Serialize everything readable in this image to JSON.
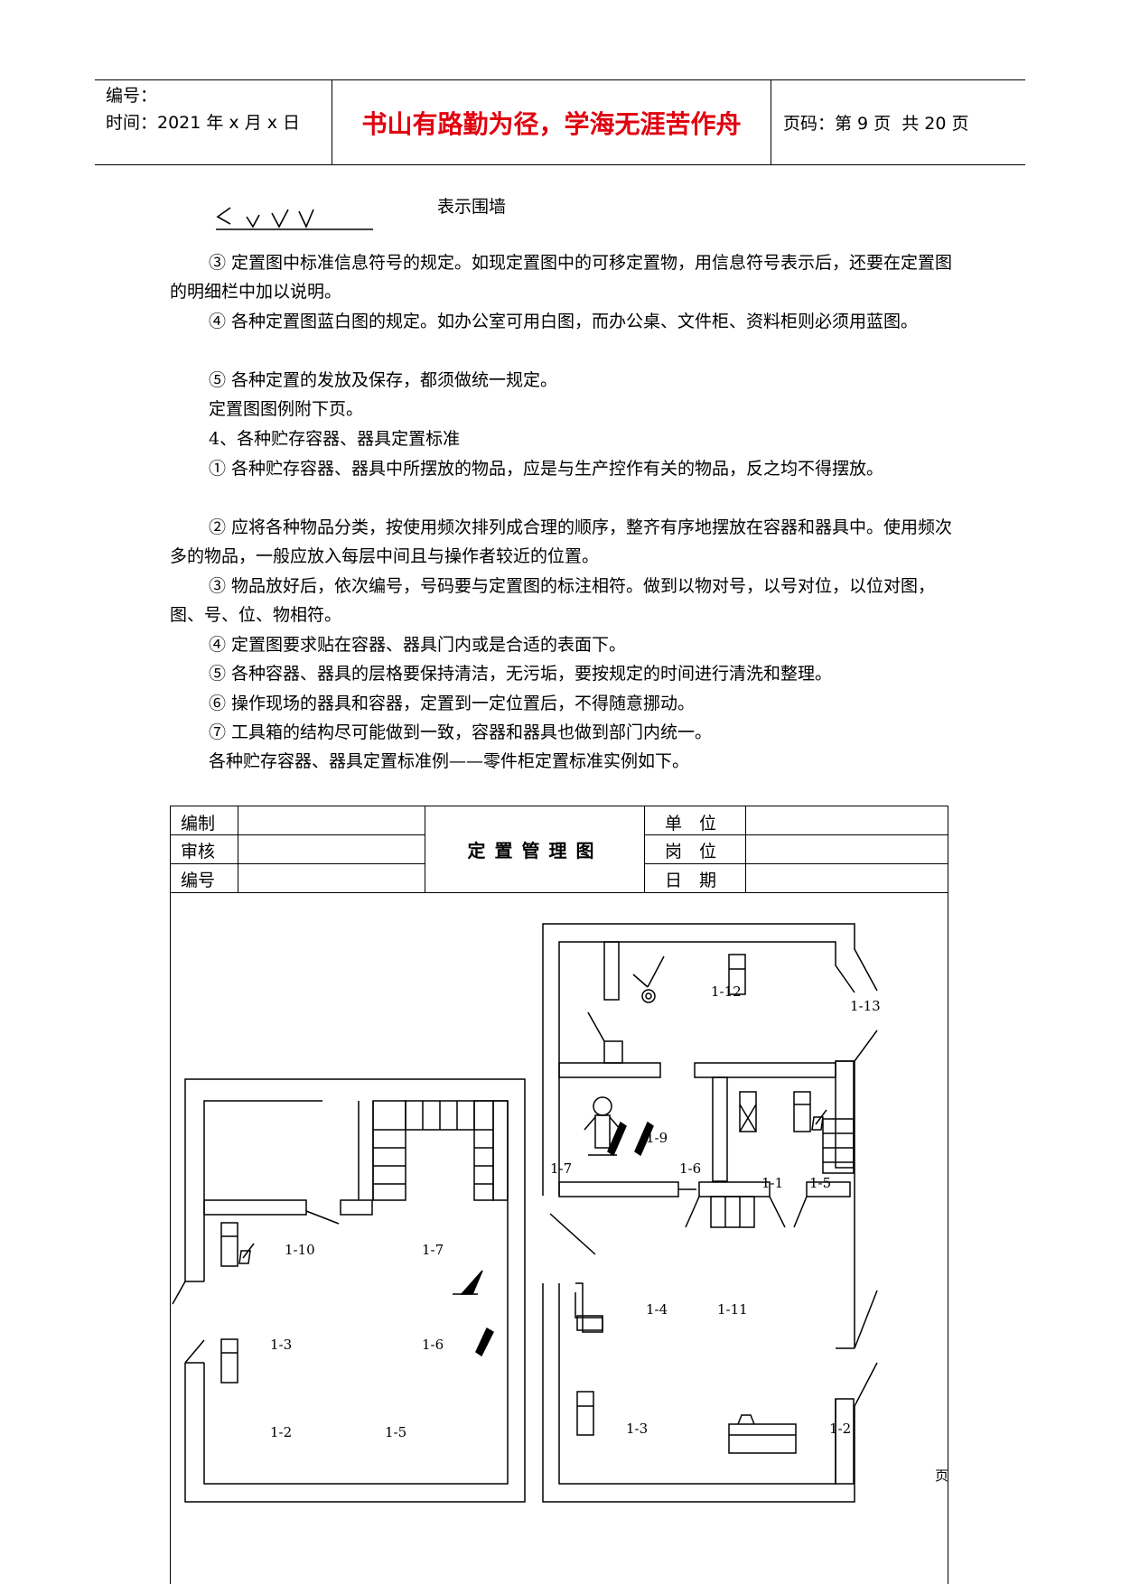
{
  "header": {
    "number_label": "编号：",
    "time_label": "时间：2021 年 x 月 x 日",
    "motto": "书山有路勤为径，学海无涯苦作舟",
    "page_info": "页码：第 9 页  共 20 页"
  },
  "legend": {
    "text": "表示围墙"
  },
  "paragraphs": [
    "③  定置图中标准信息符号的规定。如现定置图中的可移定置物，用信息符号表示后，还要在定置图的明细栏中加以说明。",
    "④  各种定置图蓝白图的规定。如办公室可用白图，而办公桌、文件柜、资料柜则必须用蓝图。",
    "⑤  各种定置的发放及保存，都须做统一规定。",
    "定置图图例附下页。",
    "4、各种贮存容器、器具定置标准",
    "①  各种贮存容器、器具中所摆放的物品，应是与生产控作有关的物品，反之均不得摆放。",
    "②  应将各种物品分类，按使用频次排列成合理的顺序，整齐有序地摆放在容器和器具中。使用频次多的物品，一般应放入每层中间且与操作者较近的位置。",
    "③  物品放好后，依次编号，号码要与定置图的标注相符。做到以物对号，以号对位，以位对图，图、号、位、物相符。",
    "④  定置图要求贴在容器、器具门内或是合适的表面下。",
    "⑤  各种容器、器具的层格要保持清洁，无污垢，要按规定的时间进行清洗和整理。",
    "⑥  操作现场的器具和容器，定置到一定位置后，不得随意挪动。",
    "⑦  工具箱的结构尽可能做到一致，容器和器具也做到部门内统一。",
    "各种贮存容器、器具定置标准例——零件柜定置标准实例如下。"
  ],
  "form": {
    "title": "定置管理图",
    "left_labels": [
      "编制",
      "审核",
      "编号"
    ],
    "right_labels": [
      "单　位",
      "岗　位",
      "日　期"
    ]
  },
  "plan_labels": {
    "left": [
      "1-10",
      "1-7",
      "1-3",
      "1-6",
      "1-2",
      "1-5"
    ],
    "right": [
      "1-12",
      "1-13",
      "1-9",
      "1-7",
      "1-6",
      "1-1",
      "1-5",
      "1-4",
      "1-11",
      "1-3",
      "1-2"
    ],
    "edge": "页"
  }
}
